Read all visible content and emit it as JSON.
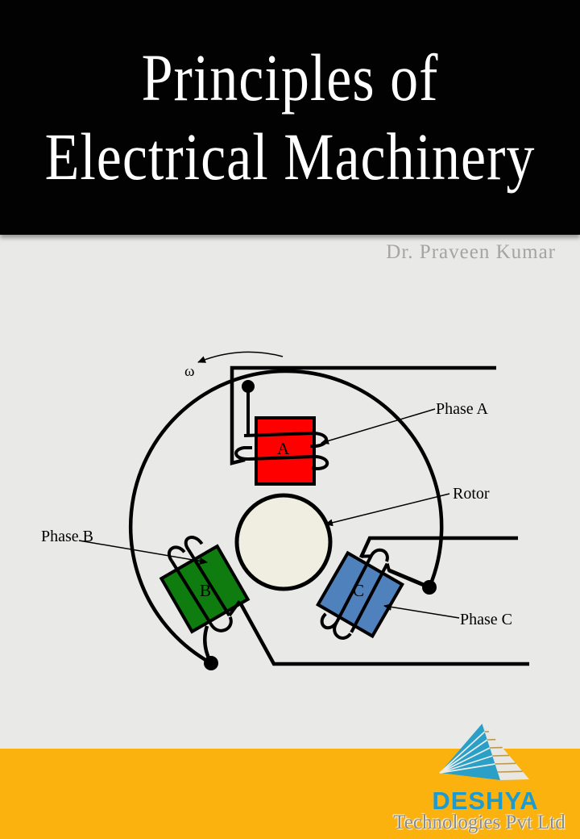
{
  "page": {
    "background_color": "#e9e9e8",
    "title_band_color": "#020202",
    "footer_band_color": "#fbb20f"
  },
  "title": {
    "line1": "Principles of",
    "line2": "Electrical Machinery",
    "text_color": "#ffffff"
  },
  "author": {
    "name": "Dr. Praveen Kumar",
    "text_color": "#a5a4a2"
  },
  "diagram": {
    "labels": {
      "phase_a": "Phase A",
      "phase_b": "Phase B",
      "phase_c": "Phase C",
      "rotor": "Rotor",
      "omega": "ω",
      "coil_a": "A",
      "coil_b": "B",
      "coil_c": "C"
    },
    "colors": {
      "coil_a_fill": "#fe0000",
      "coil_b_fill": "#0e7c0e",
      "coil_c_fill": "#4f81bd",
      "rotor_fill": "#f0eee0",
      "wire": "#000000"
    }
  },
  "publisher": {
    "name": "DESHYA",
    "subtitle": "Technologies Pvt Ltd",
    "name_color": "#1b9bd0",
    "subtitle_color": "#8a8a88",
    "pyramid_blue": "#2a9fc8"
  }
}
